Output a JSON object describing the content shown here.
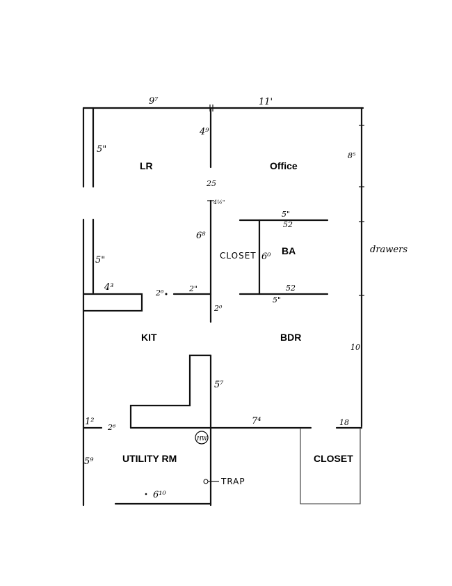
{
  "rooms": {
    "lr": "LR",
    "office": "Office",
    "ba": "BA",
    "kit": "KIT",
    "bdr": "BDR",
    "utility": "UTILITY RM",
    "closet_main": "CLOSET"
  },
  "notes": {
    "closet_small": "CLOSET",
    "drawers": "drawers",
    "trap": "TRAP",
    "hw": "HW"
  },
  "dimensions": {
    "top_left": "9⁷",
    "top_right": "11'",
    "wall_4_9": "4⁹",
    "lr_left_top": "5\"",
    "lr_left_bottom": "5\"",
    "office_right": "8⁵",
    "opening_25": "25",
    "wall_4_half": "4½\"",
    "wall_6_8": "6⁸",
    "ba_top_5": "5\"",
    "ba_top_52": "52",
    "ba_6_0": "6⁰",
    "ba_bottom_52": "52",
    "ba_bottom_5": "5\"",
    "kit_4_3": "4³",
    "kit_2_6": "2⁶",
    "kit_2": "2\"",
    "wall_2_0": "2⁰",
    "bdr_10": "10",
    "wall_5_7": "5⁷",
    "util_1_2": "1²",
    "util_2_6": "2⁶",
    "bdr_7_4": "7⁴",
    "bdr_1_8": "18",
    "util_5_9": "5⁹",
    "util_6_10": "6¹⁰"
  }
}
